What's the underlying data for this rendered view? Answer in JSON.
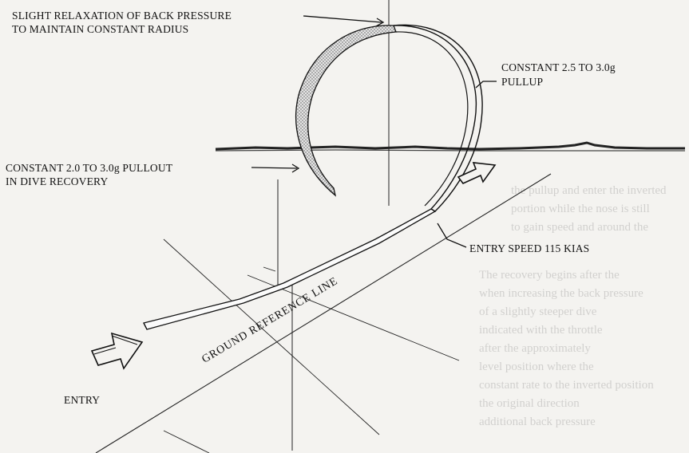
{
  "diagram": {
    "labels": {
      "top_left_line1": "SLIGHT RELAXATION OF BACK PRESSURE",
      "top_left_line2": "TO MAINTAIN CONSTANT RADIUS",
      "pullup_line1": "CONSTANT 2.5 TO 3.0g",
      "pullup_line2": "PULLUP",
      "pullout_line1": "CONSTANT 2.0 TO 3.0g  PULLOUT",
      "pullout_line2": "IN DIVE RECOVERY",
      "entry_speed": "ENTRY SPEED 115 KIAS",
      "ground_reference": "GROUND REFERENCE LINE",
      "entry": "ENTRY"
    },
    "colors": {
      "ink": "#111111",
      "paper": "#f4f3f0",
      "stipple": "#8a8a8a"
    }
  }
}
